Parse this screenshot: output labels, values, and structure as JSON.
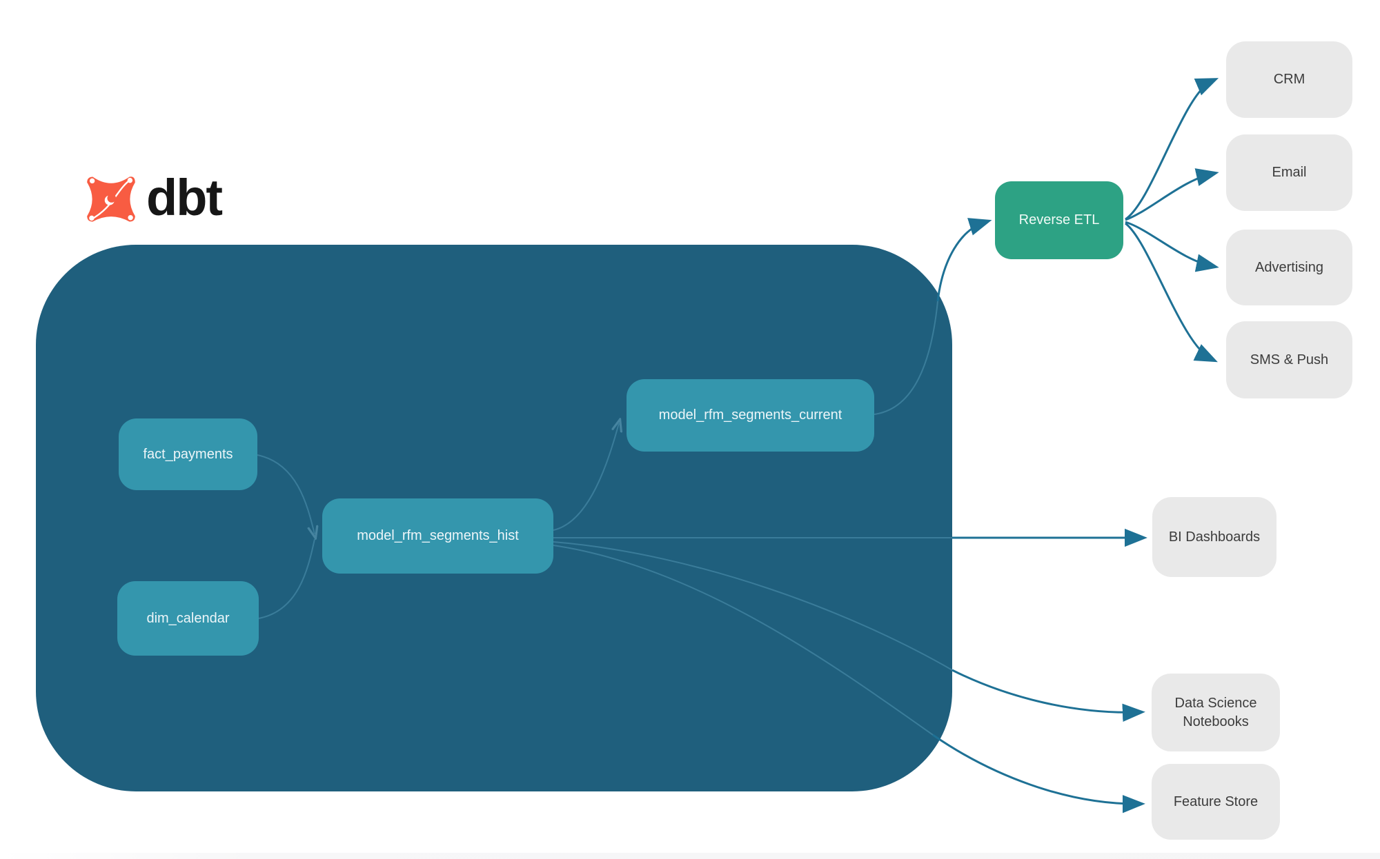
{
  "logo": {
    "brand": "dbt",
    "icon": "dbt-star-icon"
  },
  "nodes": {
    "fact_payments": {
      "label": "fact_payments"
    },
    "dim_calendar": {
      "label": "dim_calendar"
    },
    "hist": {
      "label": "model_rfm_segments_hist"
    },
    "current": {
      "label": "model_rfm_segments_current"
    },
    "reverse_etl": {
      "label": "Reverse ETL"
    },
    "crm": {
      "label": "CRM"
    },
    "email": {
      "label": "Email"
    },
    "advertising": {
      "label": "Advertising"
    },
    "sms_push": {
      "label": "SMS & Push"
    },
    "bi_dashboards": {
      "label": "BI Dashboards"
    },
    "ds_notebooks": {
      "label": "Data Science Notebooks"
    },
    "feature_store": {
      "label": "Feature Store"
    }
  },
  "edges": [
    {
      "from": "fact_payments",
      "to": "model_rfm_segments_hist"
    },
    {
      "from": "dim_calendar",
      "to": "model_rfm_segments_hist"
    },
    {
      "from": "model_rfm_segments_hist",
      "to": "model_rfm_segments_current"
    },
    {
      "from": "model_rfm_segments_hist",
      "to": "BI Dashboards"
    },
    {
      "from": "model_rfm_segments_hist",
      "to": "Data Science Notebooks"
    },
    {
      "from": "model_rfm_segments_hist",
      "to": "Feature Store"
    },
    {
      "from": "model_rfm_segments_current",
      "to": "Reverse ETL"
    },
    {
      "from": "Reverse ETL",
      "to": "CRM"
    },
    {
      "from": "Reverse ETL",
      "to": "Email"
    },
    {
      "from": "Reverse ETL",
      "to": "Advertising"
    },
    {
      "from": "Reverse ETL",
      "to": "SMS & Push"
    }
  ],
  "colors": {
    "warehouse_bg": "#1F5F7D",
    "model_node": "#3496AD",
    "reverse_etl_node": "#2DA284",
    "destination_node": "#E9E9E9",
    "edge_strong": "#1E7195",
    "edge_faint": "#4C8FAC",
    "dbt_orange": "#F85C42",
    "text_dark": "#3C3C3C",
    "text_light": "#EDF6F9"
  }
}
